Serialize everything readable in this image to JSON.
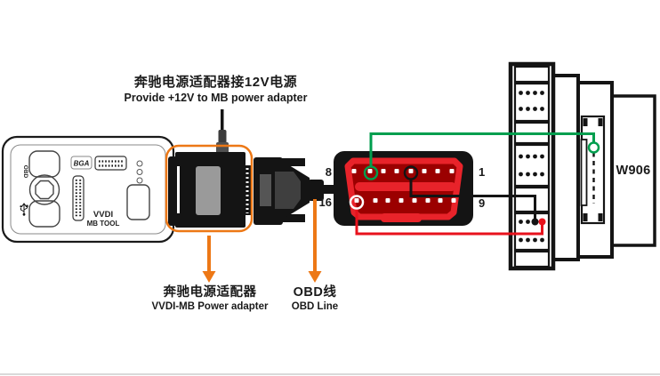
{
  "diagram": {
    "top_note": {
      "zh": "奔驰电源适配器接12V电源",
      "en": "Provide +12V to MB power adapter"
    },
    "adapter_note": {
      "zh": "奔驰电源适配器",
      "en": "VVDI-MB Power adapter"
    },
    "obd_note": {
      "zh": "OBD线",
      "en": "OBD Line"
    },
    "device": {
      "side_port_label": "OBD",
      "chip_label": "BGA",
      "name_line1": "VVDI",
      "name_line2": "MB TOOL",
      "icon": "usb-icon"
    },
    "obd_pins": {
      "top_left": "8",
      "top_right": "1",
      "bottom_left": "16",
      "bottom_right": "9"
    },
    "vehicle_label": "W906",
    "colors": {
      "accent_orange": "#ed7816",
      "wire_green": "#009e4e",
      "wire_red": "#e8121c",
      "obd_red_bright": "#e8232a",
      "obd_red_dark": "#9b0000"
    }
  }
}
